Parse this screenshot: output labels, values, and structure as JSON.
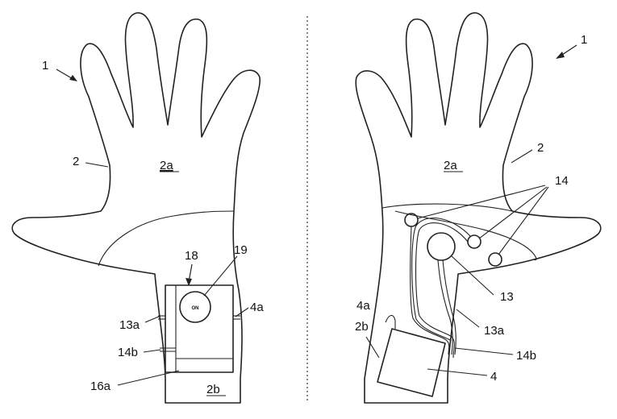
{
  "labels": {
    "left_1": "1",
    "left_2": "2",
    "left_2a": "2a",
    "left_18": "18",
    "left_19": "19",
    "left_4a": "4a",
    "left_13a": "13a",
    "left_14b": "14b",
    "left_16a": "16a",
    "left_2b": "2b",
    "left_on": "ON",
    "right_1": "1",
    "right_2": "2",
    "right_2a": "2a",
    "right_14": "14",
    "right_13": "13",
    "right_4a": "4a",
    "right_2b": "2b",
    "right_13a": "13a",
    "right_14b": "14b",
    "right_4": "4"
  }
}
